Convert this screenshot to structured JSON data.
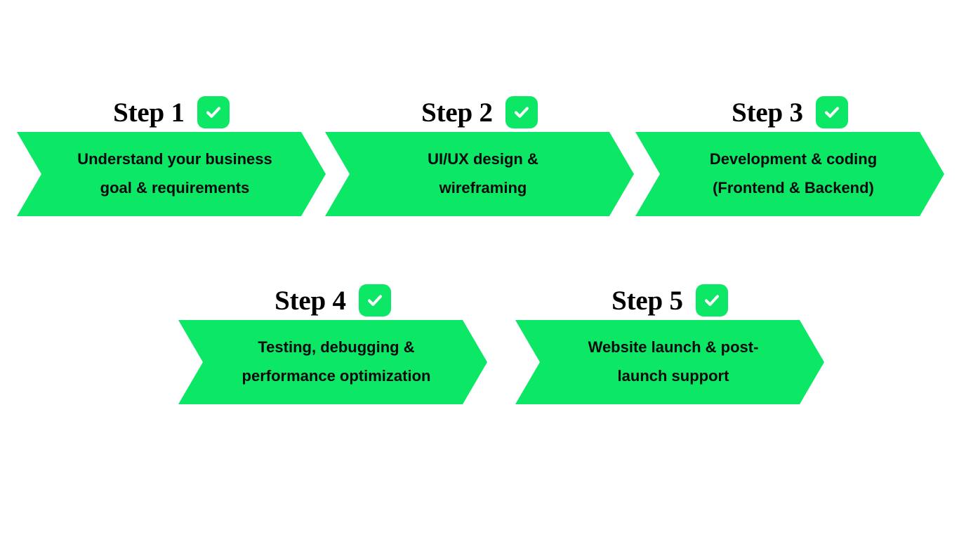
{
  "page": {
    "background_color": "#ffffff",
    "accent_color": "#0CE766",
    "text_color": "#0a0a0a"
  },
  "diagram": {
    "type": "process-flow",
    "orientation": "horizontal-wrapped",
    "rows": [
      3,
      2
    ],
    "steps": [
      {
        "id": "step-1",
        "label": "Step 1",
        "icon": "check-badge-icon",
        "lines": [
          "Understand your business",
          "goal & requirements"
        ],
        "text": "Understand your business goal & requirements"
      },
      {
        "id": "step-2",
        "label": "Step 2",
        "icon": "check-badge-icon",
        "lines": [
          "UI/UX design &",
          "wireframing"
        ],
        "text": "UI/UX design & wireframing"
      },
      {
        "id": "step-3",
        "label": "Step 3",
        "icon": "check-badge-icon",
        "lines": [
          "Development & coding",
          "(Frontend & Backend)"
        ],
        "text": "Development & coding (Frontend & Backend)"
      },
      {
        "id": "step-4",
        "label": "Step 4",
        "icon": "check-badge-icon",
        "lines": [
          "Testing, debugging &",
          "performance optimization"
        ],
        "text": "Testing, debugging & performance optimization"
      },
      {
        "id": "step-5",
        "label": "Step 5",
        "icon": "check-badge-icon",
        "lines": [
          "Website launch & post-",
          "launch support"
        ],
        "text": "Website launch & post-launch support"
      }
    ]
  }
}
